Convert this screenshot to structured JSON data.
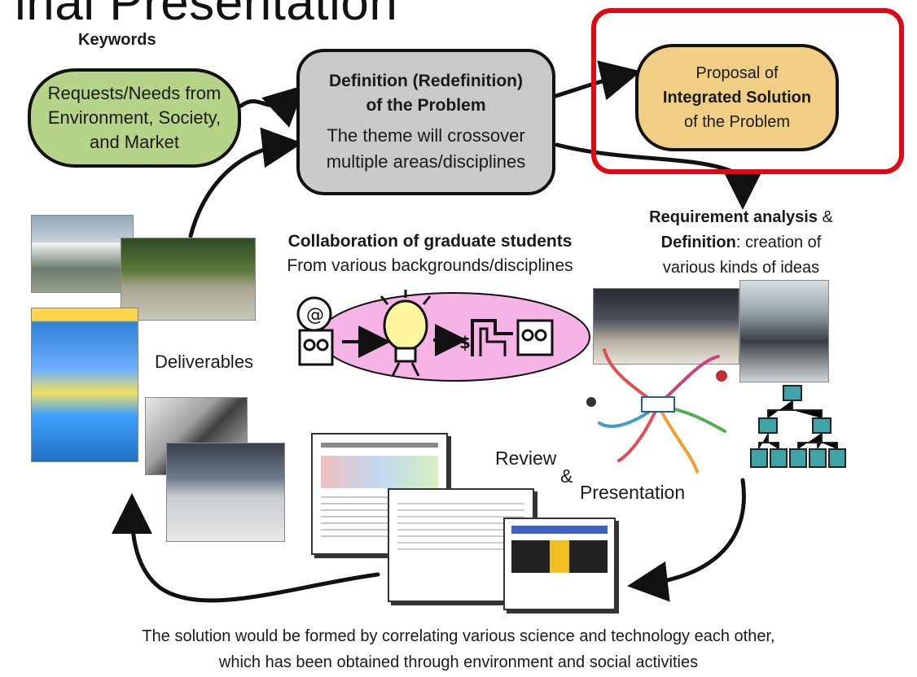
{
  "page_title": "inal Presentation",
  "keywords": {
    "heading": "Keywords"
  },
  "green_bubble": {
    "line1": "Requests/Needs from",
    "line2": "Environment, Society,",
    "line3": "and Market"
  },
  "gray_bubble": {
    "title1": "Definition (Redefinition)",
    "title2": "of the Problem",
    "body1": "The theme will crossover",
    "body2": "multiple areas/disciplines"
  },
  "tan_bubble": {
    "line1": "Proposal of",
    "line2": "Integrated Solution",
    "line3": "of the Problem"
  },
  "collaboration": {
    "line1": "Collaboration of graduate students",
    "line2": "From various backgrounds/disciplines"
  },
  "requirement": {
    "bold1": "Requirement analysis",
    "amp": " &",
    "bold2": "Definition",
    "rest2": ": creation of",
    "line3": "various kinds of ideas"
  },
  "deliverables": "Deliverables",
  "review": "Review",
  "ampersand": "&",
  "presentation": "Presentation",
  "footer": {
    "line1": "The solution would be formed by correlating various science and technology each other,",
    "line2": "which has been obtained through environment and social activities"
  },
  "colors": {
    "green": "#b6d487",
    "gray": "#c9c9c9",
    "tan": "#f0cf84",
    "highlight": "#e30613"
  }
}
